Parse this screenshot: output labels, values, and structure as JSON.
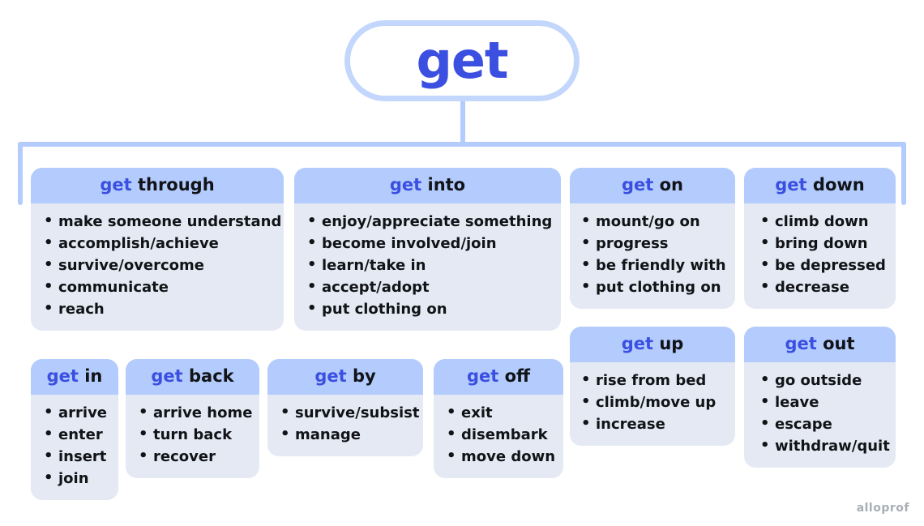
{
  "root": {
    "label": "get"
  },
  "watermark": "alloprof",
  "colors": {
    "accent_blue": "#3b4fe0",
    "header_blue": "#b3ccfd",
    "body_grey": "#e4e9f3",
    "text_dark": "#111317",
    "background": "#ffffff"
  },
  "cards": [
    {
      "id": "through",
      "get": "get",
      "particle": "through",
      "items": [
        "make someone understand",
        "accomplish/achieve",
        "survive/overcome",
        "communicate",
        "reach"
      ]
    },
    {
      "id": "into",
      "get": "get",
      "particle": "into",
      "items": [
        "enjoy/appreciate something",
        "become involved/join",
        "learn/take in",
        "accept/adopt",
        "put clothing on"
      ]
    },
    {
      "id": "on",
      "get": "get",
      "particle": "on",
      "items": [
        "mount/go on",
        "progress",
        "be friendly with",
        "put clothing on"
      ]
    },
    {
      "id": "down",
      "get": "get",
      "particle": "down",
      "items": [
        "climb down",
        "bring down",
        "be depressed",
        "decrease"
      ]
    },
    {
      "id": "up",
      "get": "get",
      "particle": "up",
      "items": [
        "rise from bed",
        "climb/move up",
        "increase"
      ]
    },
    {
      "id": "out",
      "get": "get",
      "particle": "out",
      "items": [
        "go outside",
        "leave",
        "escape",
        "withdraw/quit"
      ]
    },
    {
      "id": "in",
      "get": "get",
      "particle": "in",
      "items": [
        "arrive",
        "enter",
        "insert",
        "join"
      ]
    },
    {
      "id": "back",
      "get": "get",
      "particle": "back",
      "items": [
        "arrive home",
        "turn back",
        "recover"
      ]
    },
    {
      "id": "by",
      "get": "get",
      "particle": "by",
      "items": [
        "survive/subsist",
        "manage"
      ]
    },
    {
      "id": "off",
      "get": "get",
      "particle": "off",
      "items": [
        "exit",
        "disembark",
        "move down"
      ]
    }
  ]
}
